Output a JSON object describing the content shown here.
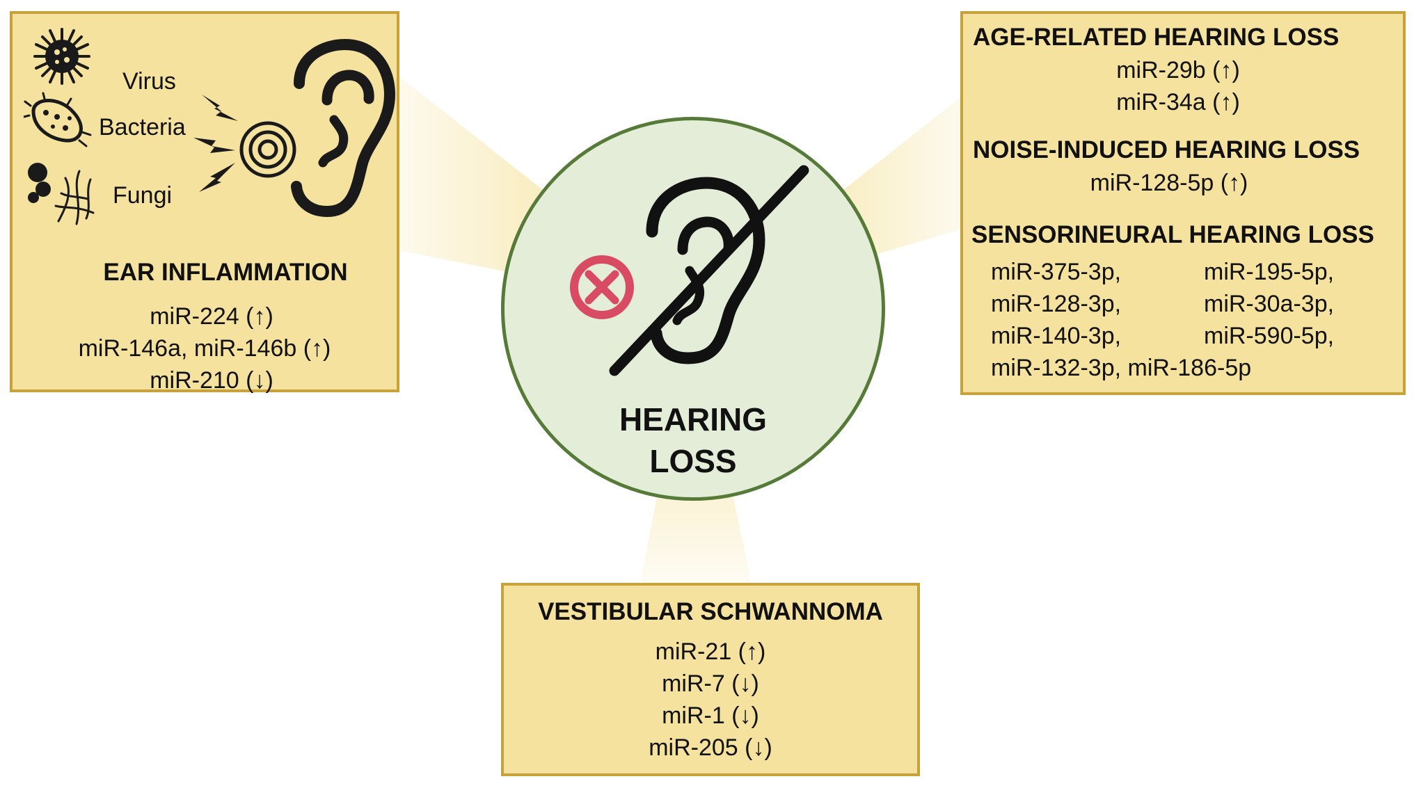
{
  "center": {
    "label_line1": "HEARING",
    "label_line2": "LOSS"
  },
  "ear_inflammation": {
    "pathogens": [
      "Virus",
      "Bacteria",
      "Fungi"
    ],
    "title": "EAR INFLAMMATION",
    "items": [
      "miR-224 (↑)",
      "miR-146a, miR-146b (↑)",
      "miR-210 (↓)"
    ]
  },
  "age_related": {
    "title": "AGE-RELATED HEARING LOSS",
    "items": [
      "miR-29b (↑)",
      "miR-34a (↑)"
    ]
  },
  "noise_induced": {
    "title": "NOISE-INDUCED HEARING LOSS",
    "items": [
      "miR-128-5p (↑)"
    ]
  },
  "sensorineural": {
    "title": "SENSORINEURAL HEARING LOSS",
    "items": [
      "miR-375-3p,",
      "miR-195-5p,",
      "miR-128-3p,",
      "miR-30a-3p,",
      "miR-140-3p,",
      "miR-590-5p,",
      "miR-132-3p, miR-186-5p"
    ]
  },
  "vestibular": {
    "title": "VESTIBULAR SCHWANNOMA",
    "items": [
      "miR-21 (↑)",
      "miR-7 (↓)",
      "miR-1 (↓)",
      "miR-205 (↓)"
    ]
  },
  "colors": {
    "box_fill": "#f5e29f",
    "box_border": "#c7a23a",
    "circle_fill": "#e3edd8",
    "circle_border": "#567a38",
    "cross_red": "#d94a63",
    "beam": "#f3dd8a"
  }
}
